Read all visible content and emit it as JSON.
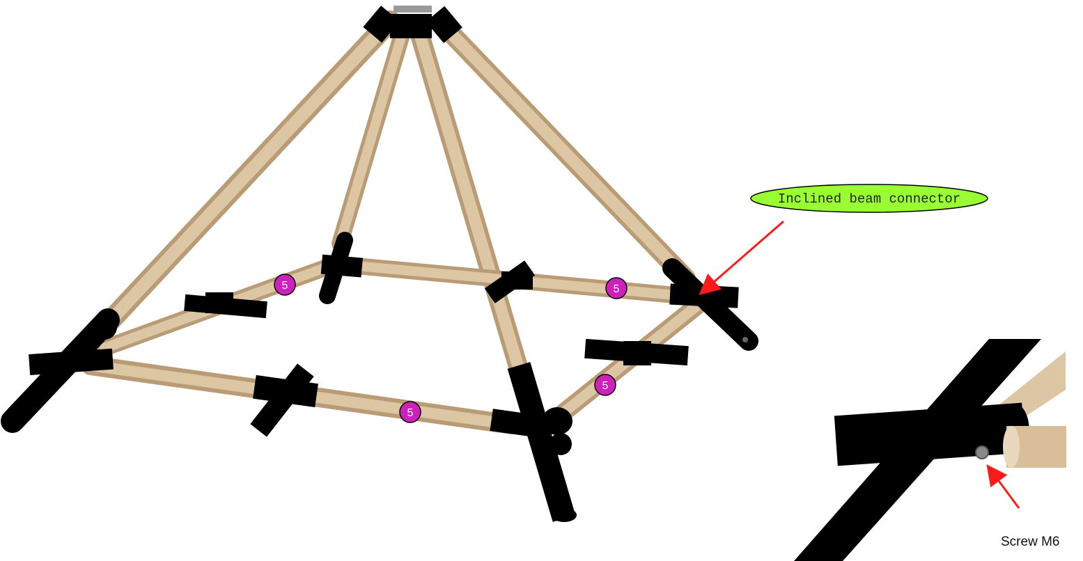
{
  "callout": {
    "label": "Inclined beam connector",
    "color": "#99ff33",
    "arrow_color": "#ff1a1a"
  },
  "badges": [
    {
      "label": "5"
    },
    {
      "label": "5"
    },
    {
      "label": "5"
    },
    {
      "label": "5"
    }
  ],
  "badge_color": "#cc22bb",
  "detail": {
    "screw_label": "Screw M6"
  },
  "colors": {
    "wood": "#d8bf99",
    "connector": "#000000"
  }
}
